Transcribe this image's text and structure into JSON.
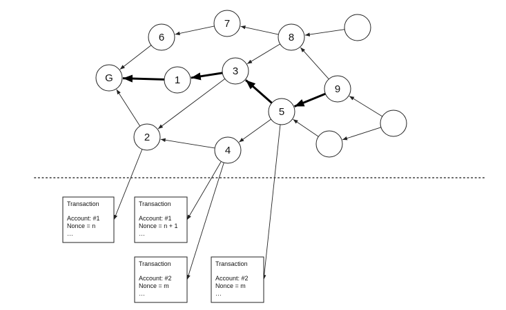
{
  "graph": {
    "nodes": [
      {
        "id": "G",
        "label": "G"
      },
      {
        "id": "n1",
        "label": "1"
      },
      {
        "id": "n2",
        "label": "2"
      },
      {
        "id": "n3",
        "label": "3"
      },
      {
        "id": "n4",
        "label": "4"
      },
      {
        "id": "n5",
        "label": "5"
      },
      {
        "id": "n6",
        "label": "6"
      },
      {
        "id": "n7",
        "label": "7"
      },
      {
        "id": "n8",
        "label": "8"
      },
      {
        "id": "n9",
        "label": "9"
      },
      {
        "id": "a",
        "label": ""
      },
      {
        "id": "b",
        "label": ""
      },
      {
        "id": "c",
        "label": ""
      }
    ],
    "edges": [
      {
        "from": "n6",
        "to": "G",
        "bold": false
      },
      {
        "from": "n7",
        "to": "n6",
        "bold": false
      },
      {
        "from": "n8",
        "to": "n7",
        "bold": false
      },
      {
        "from": "a",
        "to": "n8",
        "bold": false
      },
      {
        "from": "n8",
        "to": "n3",
        "bold": false
      },
      {
        "from": "n1",
        "to": "G",
        "bold": true
      },
      {
        "from": "n3",
        "to": "n1",
        "bold": true
      },
      {
        "from": "n5",
        "to": "n3",
        "bold": true
      },
      {
        "from": "n9",
        "to": "n5",
        "bold": true
      },
      {
        "from": "n9",
        "to": "n8",
        "bold": false
      },
      {
        "from": "b",
        "to": "n9",
        "bold": false
      },
      {
        "from": "b",
        "to": "c",
        "bold": false
      },
      {
        "from": "c",
        "to": "n5",
        "bold": false
      },
      {
        "from": "n3",
        "to": "n2",
        "bold": false
      },
      {
        "from": "n2",
        "to": "G",
        "bold": false
      },
      {
        "from": "n5",
        "to": "n4",
        "bold": false
      },
      {
        "from": "n4",
        "to": "n2",
        "bold": false
      }
    ]
  },
  "transactions": [
    {
      "id": "t1",
      "from": "n2",
      "title": "Transaction",
      "account": "Account: #1",
      "nonce": "Nonce = n",
      "more": "…"
    },
    {
      "id": "t2",
      "from": "n4",
      "title": "Transaction",
      "account": "Account: #1",
      "nonce": "Nonce = n + 1",
      "more": "…"
    },
    {
      "id": "t3",
      "from": "n4",
      "title": "Transaction",
      "account": "Account: #2",
      "nonce": "Nonce = m",
      "more": "…"
    },
    {
      "id": "t4",
      "from": "n5",
      "title": "Transaction",
      "account": "Account: #2",
      "nonce": "Nonce = m",
      "more": "…"
    }
  ],
  "colors": {
    "stroke": "#222222",
    "fill": "#ffffff",
    "divider": "#333333"
  }
}
